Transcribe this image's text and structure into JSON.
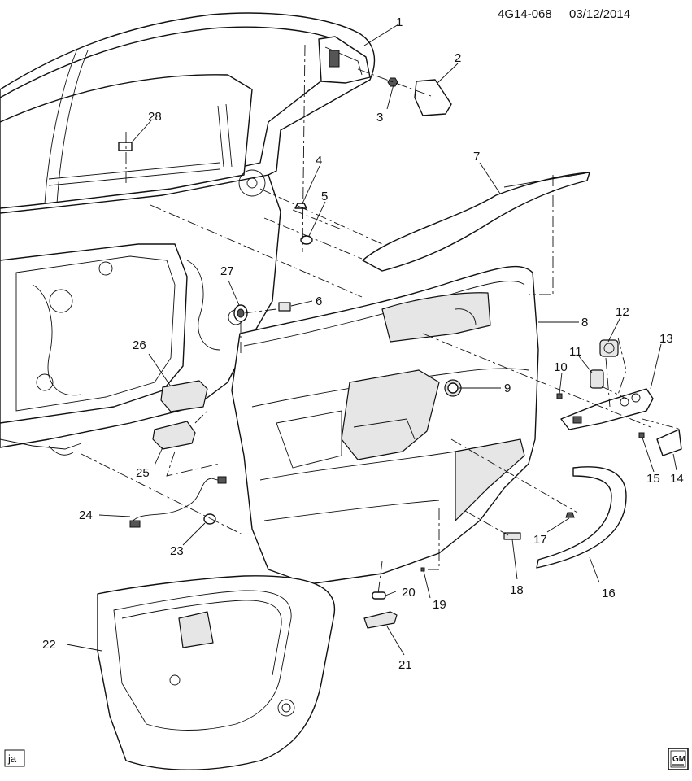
{
  "header": {
    "code": "4G14-068",
    "date": "03/12/2014"
  },
  "footer": {
    "artist": "ja",
    "logo_text": "GM"
  },
  "callouts": [
    "1",
    "2",
    "3",
    "4",
    "5",
    "6",
    "7",
    "8",
    "9",
    "10",
    "11",
    "12",
    "13",
    "14",
    "15",
    "16",
    "17",
    "18",
    "19",
    "20",
    "21",
    "22",
    "23",
    "24",
    "25",
    "26",
    "27",
    "28"
  ]
}
